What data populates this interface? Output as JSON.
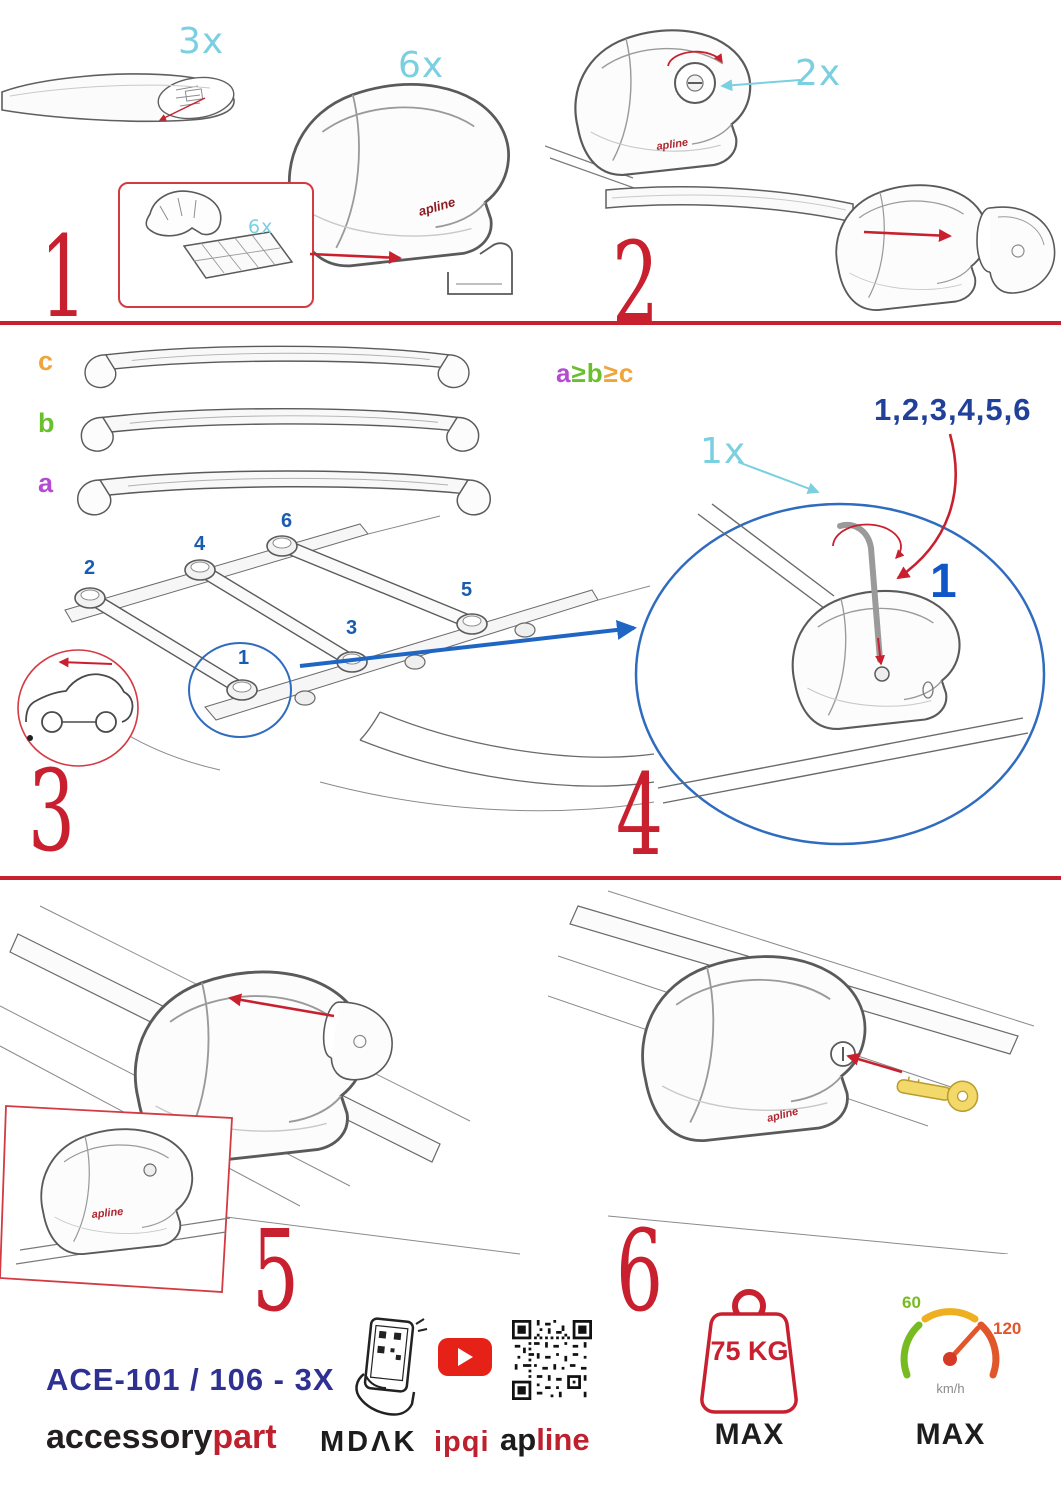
{
  "colors": {
    "red": "#c8202f",
    "cyan": "#7ad0e0",
    "blue_dark": "#20409a",
    "blue": "#1a5cb0",
    "blue_bright": "#1156c8",
    "orange": "#f0a43c",
    "green": "#6abf2c",
    "purple": "#b44bd2"
  },
  "steps": {
    "s1": {
      "num": "1",
      "bar_qty": "3x",
      "foot_qty": "6x",
      "pad_qty": "6x"
    },
    "s2": {
      "num": "2",
      "knob_qty": "2x"
    },
    "s3": {
      "num": "3",
      "label_a": "a",
      "label_b": "b",
      "label_c": "c",
      "formula_a": "a",
      "formula_ge1": "≥",
      "formula_b": "b",
      "formula_ge2": "≥",
      "formula_c": "c",
      "positions": [
        "1",
        "2",
        "3",
        "4",
        "5",
        "6"
      ]
    },
    "s4": {
      "num": "4",
      "tool_qty": "1x",
      "order": "1,2,3,4,5,6",
      "first": "1"
    },
    "s5": {
      "num": "5"
    },
    "s6": {
      "num": "6"
    }
  },
  "brand_small": "apline",
  "footer": {
    "model": "ACE-101 / 106 - 3X",
    "accessory": "accessory",
    "part": "part",
    "mdak": "MDΛK",
    "ipqi": "ipqi",
    "apline_ap": "ap",
    "apline_line": "line",
    "weight_value": "75 KG",
    "weight_max": "MAX",
    "speed_low": "60",
    "speed_high": "120",
    "speed_unit": "km/h",
    "speed_max": "MAX"
  }
}
